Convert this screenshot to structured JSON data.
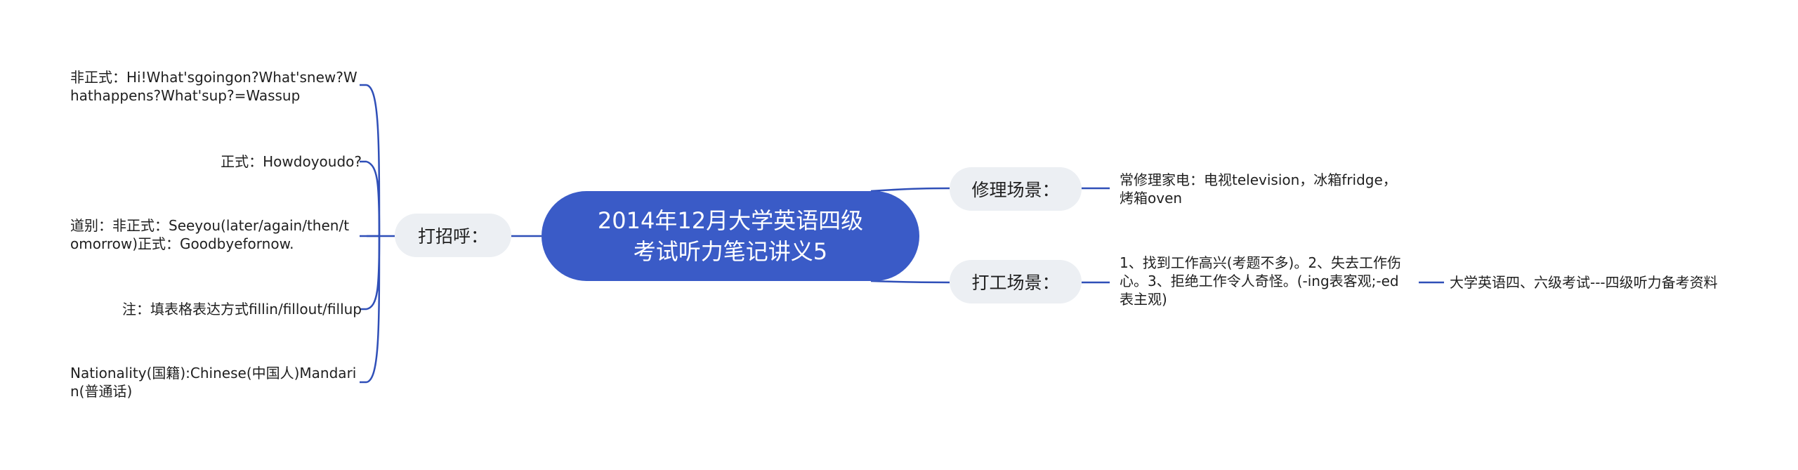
{
  "root": {
    "title": "2014年12月大学英语四级\n考试听力笔记讲义5"
  },
  "left": {
    "branch": "打招呼：",
    "leaves": [
      "非正式：Hi!What'sgoingon?What'snew?W\nhathappens?What'sup?=Wassup",
      "正式：Howdoyoudo?",
      "道别：非正式：Seeyou(later/again/then/t\nomorrow)正式：Goodbyefornow.",
      "注：填表格表达方式fillin/fillout/fillup",
      "Nationality(国籍):Chinese(中国人)Mandari\nn(普通话)"
    ]
  },
  "right": [
    {
      "branch": "修理场景：",
      "leaf": "常修理家电：电视television，冰箱fridge，\n烤箱oven"
    },
    {
      "branch": "打工场景：",
      "leaf": "1、找到工作高兴(考题不多)。2、失去工作伤\n心。3、拒绝工作令人奇怪。(-ing表客观;-ed\n表主观)",
      "sub": "大学英语四、六级考试---四级听力备考资料"
    }
  ],
  "colors": {
    "accent": "#3a5bc7",
    "line": "#2f4fb8",
    "branch_bg": "#eceff3"
  }
}
